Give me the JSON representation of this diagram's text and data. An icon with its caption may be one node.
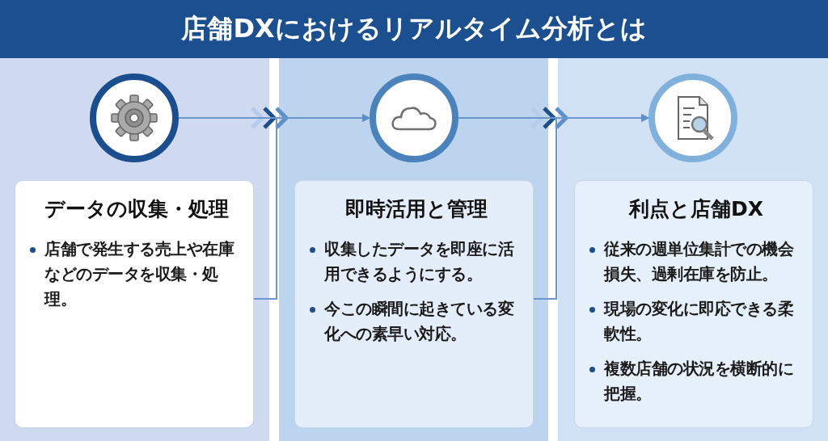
{
  "diagram": {
    "title": "店舗DXにおけるリアルタイム分析とは",
    "nodes": [
      {
        "text": [],
        "shape": "circle"
      },
      {
        "text": [],
        "shape": "circle"
      },
      {
        "text": [],
        "shape": "circle"
      },
      {
        "text": [
          "データの収集・処理",
          "店舗で発生する売上や在庫などのデータを収集・処理。"
        ]
      },
      {
        "text": [
          "即時活用と管理",
          "収集したデータを即座に活用できるようにする。",
          "今この瞬間に起きている変化への素早い対応。"
        ]
      },
      {
        "text": [
          "利点と店舗DX",
          "従来の週単位集計での機会損失、過剰在庫を防止。",
          "現場の変化に即応できる柔軟性。",
          "複数店舗の状況を横断的に把握。"
        ]
      }
    ],
    "edges": [
      {
        "from": 0,
        "to": 1,
        "arrow": "to"
      },
      {
        "from": 1,
        "to": 2,
        "arrow": "to"
      },
      {
        "from": 3,
        "to": 1,
        "arrow": "to"
      },
      {
        "from": 4,
        "to": 2,
        "arrow": "to"
      }
    ]
  }
}
